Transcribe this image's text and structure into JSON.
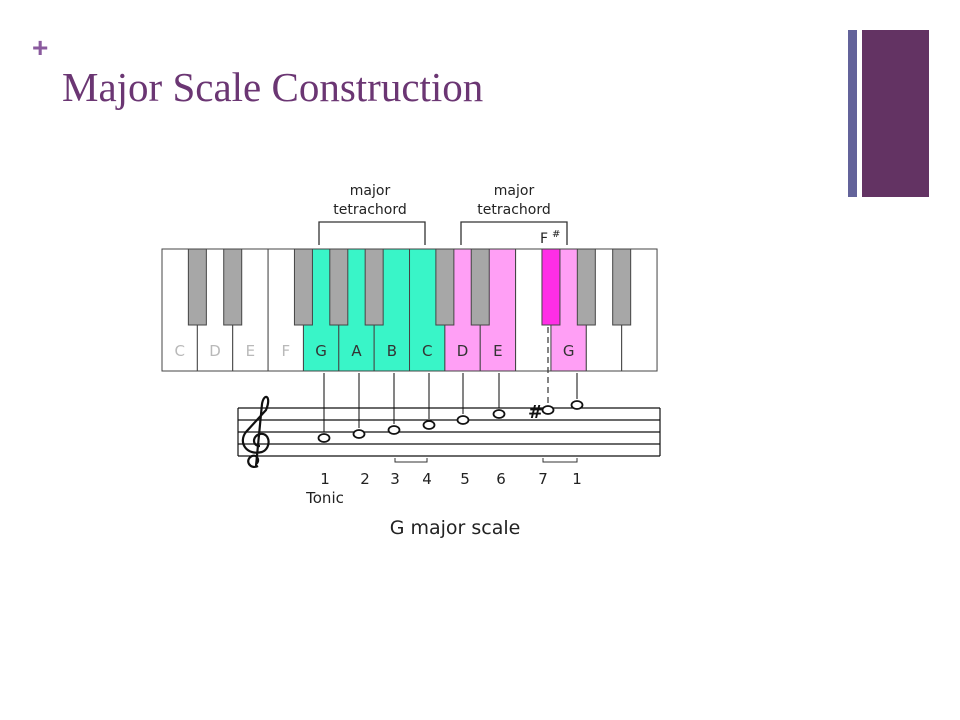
{
  "slide": {
    "bullet": "+",
    "title": "Major Scale Construction"
  },
  "diagram": {
    "brackets": [
      {
        "line1": "major",
        "line2": "tetrachord"
      },
      {
        "line1": "major",
        "line2": "tetrachord"
      }
    ],
    "sharp_label": "F",
    "sharp_symbol": "#",
    "white_keys": [
      {
        "note": "C",
        "color": "#ffffff",
        "label_color": "#b9b9b9"
      },
      {
        "note": "D",
        "color": "#ffffff",
        "label_color": "#b9b9b9"
      },
      {
        "note": "E",
        "color": "#ffffff",
        "label_color": "#b9b9b9"
      },
      {
        "note": "F",
        "color": "#ffffff",
        "label_color": "#b9b9b9"
      },
      {
        "note": "G",
        "color": "#39f5c8",
        "label_color": "#333333"
      },
      {
        "note": "A",
        "color": "#39f5c8",
        "label_color": "#333333"
      },
      {
        "note": "B",
        "color": "#39f5c8",
        "label_color": "#333333"
      },
      {
        "note": "C",
        "color": "#39f5c8",
        "label_color": "#333333"
      },
      {
        "note": "D",
        "color": "#ff9ff5",
        "label_color": "#333333"
      },
      {
        "note": "E",
        "color": "#ff9ff5",
        "label_color": "#333333"
      },
      {
        "note": "",
        "color": "#ffffff",
        "label_color": "#333333"
      },
      {
        "note": "G",
        "color": "#ff9ff5",
        "label_color": "#333333"
      },
      {
        "note": "",
        "color": "#ffffff",
        "label_color": "#333333"
      },
      {
        "note": "",
        "color": "#ffffff",
        "label_color": "#333333"
      }
    ],
    "colors": {
      "black_key": "#a7a7a7",
      "highlighted_black_key": "#ff2ee6",
      "tetrachord_1": "#39f5c8",
      "tetrachord_2": "#ff9ff5"
    },
    "degrees": [
      "1",
      "2",
      "3",
      "4",
      "5",
      "6",
      "7",
      "1"
    ],
    "tonic_label": "Tonic",
    "caption": "G major scale"
  }
}
